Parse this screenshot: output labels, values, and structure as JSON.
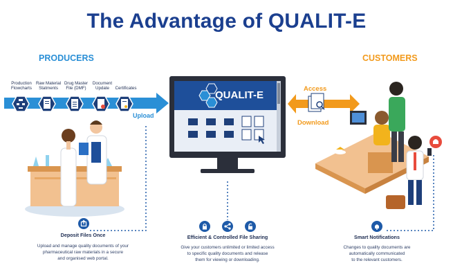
{
  "title": "The Advantage of QUALIT-E",
  "sections": {
    "producers": "PRODUCERS",
    "customers": "CUSTOMERS"
  },
  "documents": [
    {
      "label_1": "Production",
      "label_2": "Flowcharts"
    },
    {
      "label_1": "Raw Material",
      "label_2": "Statments"
    },
    {
      "label_1": "Drug Master",
      "label_2": "File (DMF)"
    },
    {
      "label_1": "Document",
      "label_2": "Update"
    },
    {
      "label_1": "Certificates",
      "label_2": ""
    }
  ],
  "arrows": {
    "upload": "Upload",
    "access": "Access",
    "download": "Download"
  },
  "monitor": {
    "logo": "QUALIT-E"
  },
  "features": {
    "deposit": {
      "title": "Deposit Files Once",
      "desc_1": "Upload and manage quality documents of your",
      "desc_2": "pharmaceutical raw materials in a secure",
      "desc_3": "and organised web portal."
    },
    "sharing": {
      "title": "Efficient & Controlled File Sharing",
      "desc_1": "Give your customers unlimited or limited access",
      "desc_2": "to specific quality documents and release",
      "desc_3": "them for viewing or downloading."
    },
    "notifications": {
      "title": "Smart Notifications",
      "desc_1": "Changes to quality documents are",
      "desc_2": "automatically communicated",
      "desc_3": "to the relevant customers."
    }
  },
  "colors": {
    "title_blue": "#1b3f8f",
    "producer_blue": "#2a8fd6",
    "customer_orange": "#f29a1c",
    "dark_navy": "#1e2d52"
  },
  "icons": [
    "upload-icon",
    "lock-icon",
    "share-icon",
    "unlock-icon",
    "bell-icon"
  ]
}
